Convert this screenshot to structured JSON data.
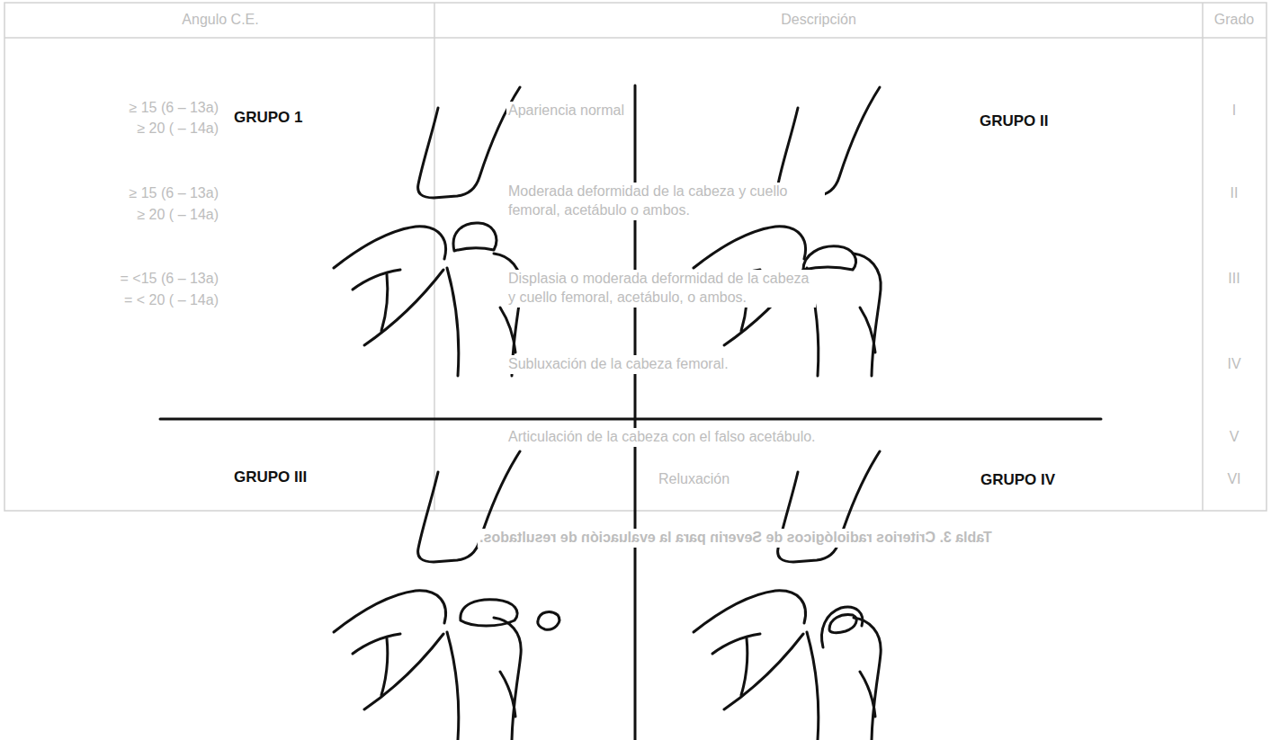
{
  "diagram": {
    "caption": "Tabla 3. Criterios radiológicos de Severin para la evaluación de resultados.",
    "labels": [
      "Grado",
      "Descripción",
      "Angulo C.E.",
      "I",
      "Apariencia normal",
      "≥ 15 (6 – 13a)",
      "≥ 20 ( – 14a)",
      "II",
      "Moderada deformidad de la cabeza y cuello femoral, acetábulo o ambos.",
      "≥ 15 (6 – 13a)",
      "≥ 20 ( – 14a)",
      "III",
      "Displasia o moderada deformidad de la cabeza y cuello femoral, acetábulo, o ambos.",
      "= <15 (6 – 13a)",
      "= < 20 ( – 14a)",
      "IV",
      "Subluxación de la cabeza femoral.",
      "V",
      "Articulación de la cabeza con el falso acetábulo.",
      "VI",
      "Reluxación",
      "GRUPO 1",
      "GRUPO II",
      "GRUPO III",
      "GRUPO IV"
    ]
  }
}
